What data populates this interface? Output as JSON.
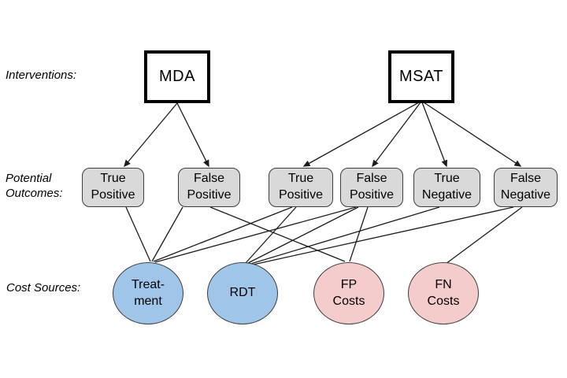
{
  "background": "#ffffff",
  "row_labels": {
    "interventions": "Interventions:",
    "outcomes": "Potential Outcomes:",
    "costs": "Cost Sources:"
  },
  "interventions": {
    "mda": "MDA",
    "msat": "MSAT"
  },
  "outcomes": {
    "tp1": "True Positive",
    "fp1": "False Positive",
    "tp2": "True Positive",
    "fp2": "False Positive",
    "tn": "True Negative",
    "fn": "False Negative"
  },
  "costs": {
    "treatment": "Treat-ment",
    "rdt": "RDT",
    "fp_costs": "FP Costs",
    "fn_costs": "FN Costs"
  },
  "colors": {
    "outcome_fill": "#d9d9d9",
    "cost_blue": "#9fc5e8",
    "cost_pink": "#f4cccc",
    "line": "#1c1c1c"
  },
  "edges": [
    {
      "from": "mda",
      "to": "tp1",
      "arrow": true
    },
    {
      "from": "mda",
      "to": "fp1",
      "arrow": true
    },
    {
      "from": "msat",
      "to": "tp2",
      "arrow": true
    },
    {
      "from": "msat",
      "to": "fp2",
      "arrow": true
    },
    {
      "from": "msat",
      "to": "tn",
      "arrow": true
    },
    {
      "from": "msat",
      "to": "fn",
      "arrow": true
    },
    {
      "from": "tp1",
      "to": "treatment",
      "arrow": false
    },
    {
      "from": "fp1",
      "to": "treatment",
      "arrow": false
    },
    {
      "from": "fp1",
      "to": "fp_costs",
      "arrow": false
    },
    {
      "from": "tp2",
      "to": "treatment",
      "arrow": false
    },
    {
      "from": "tp2",
      "to": "rdt",
      "arrow": false
    },
    {
      "from": "fp2",
      "to": "treatment",
      "arrow": false
    },
    {
      "from": "fp2",
      "to": "rdt",
      "arrow": false
    },
    {
      "from": "fp2",
      "to": "fp_costs",
      "arrow": false
    },
    {
      "from": "tn",
      "to": "rdt",
      "arrow": false
    },
    {
      "from": "fn",
      "to": "rdt",
      "arrow": false
    },
    {
      "from": "fn",
      "to": "fn_costs",
      "arrow": false
    }
  ]
}
